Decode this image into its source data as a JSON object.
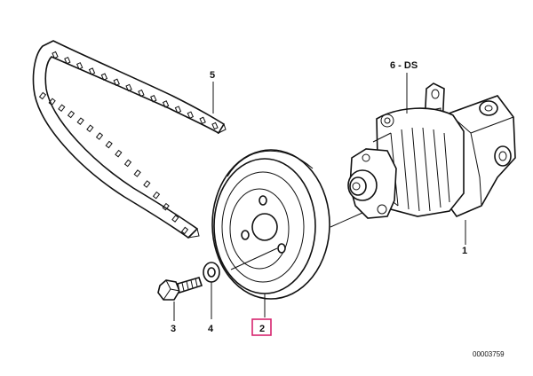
{
  "diagram": {
    "labels": {
      "pump": "1",
      "pulley": "2",
      "bolt": "3",
      "washer": "4",
      "belt": "5",
      "part6": "6 - DS"
    },
    "document_number": "00003759",
    "highlight_color": "#d6246e"
  }
}
